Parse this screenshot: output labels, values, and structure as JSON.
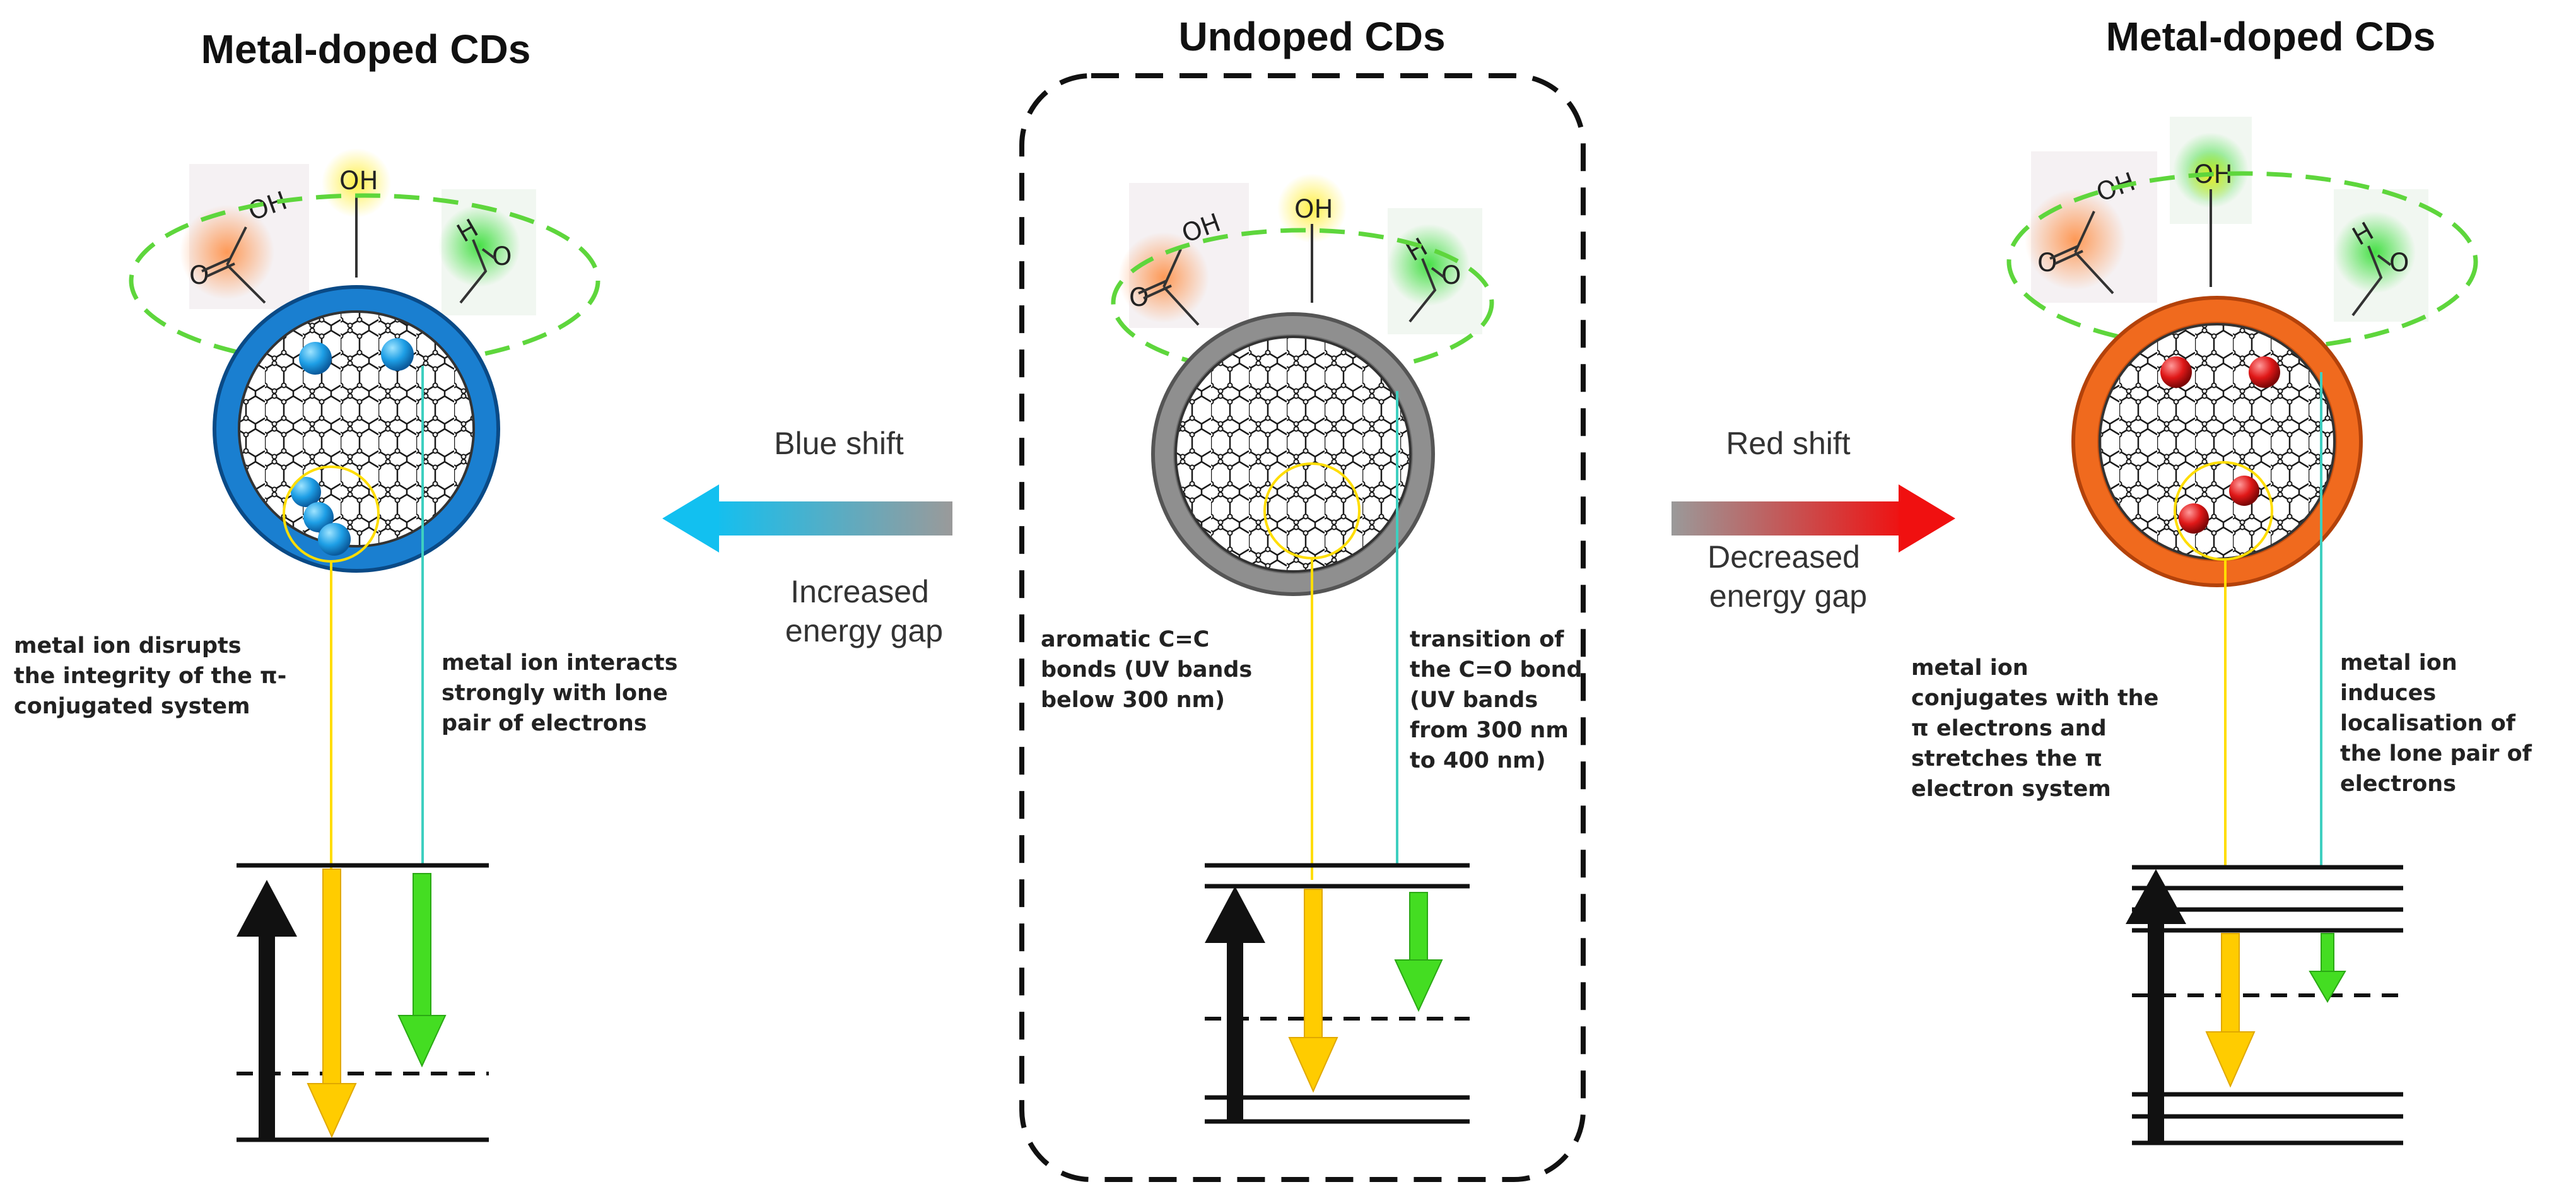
{
  "panels": [
    {
      "id": "left",
      "title": "Metal-doped CDs",
      "ring_color": "#1a7fd0",
      "dopant_color": "#1fa0e6",
      "label_left": [
        "metal ion disrupts",
        "the integrity of the π-",
        "conjugated system"
      ],
      "label_right": [
        "metal ion interacts",
        "strongly with lone",
        "pair of electrons"
      ]
    },
    {
      "id": "center",
      "title": "Undoped CDs",
      "ring_color": "#8a8a8a",
      "label_left": [
        "aromatic C=C",
        "bonds (UV bands",
        "below 300 nm)"
      ],
      "label_right": [
        "transition of",
        "the C=O bond",
        "(UV bands",
        "from 300 nm",
        "to 400 nm)"
      ]
    },
    {
      "id": "right",
      "title": "Metal-doped CDs",
      "ring_color": "#f06a1e",
      "dopant_color": "#e01818",
      "label_left": [
        "metal ion",
        "conjugates with the",
        "π electrons and",
        "stretches the π",
        "electron system"
      ],
      "label_right": [
        "metal ion",
        "induces",
        "localisation of",
        "the lone pair of",
        "electrons"
      ]
    }
  ],
  "functional_groups": {
    "acid": "C=O / OH",
    "hydroxyl": "OH",
    "aldehyde": "H / C=O"
  },
  "group_text": {
    "acid_top": "OH",
    "hydroxyl": "OH",
    "aldehyde_h": "H",
    "o": "O"
  },
  "blue_shift": {
    "label": "Blue shift",
    "sub": [
      "Increased",
      "energy gap"
    ],
    "color": "#1ab4ea"
  },
  "red_shift": {
    "label": "Red shift",
    "sub": [
      "Decreased",
      "energy gap"
    ],
    "color": "#ef1a1a"
  },
  "colors": {
    "dashed_ellipse": "#5ed63c",
    "yellow_arrow": "#ffcc00",
    "green_arrow": "#44dd22",
    "teal_line": "#3ecfc0"
  }
}
